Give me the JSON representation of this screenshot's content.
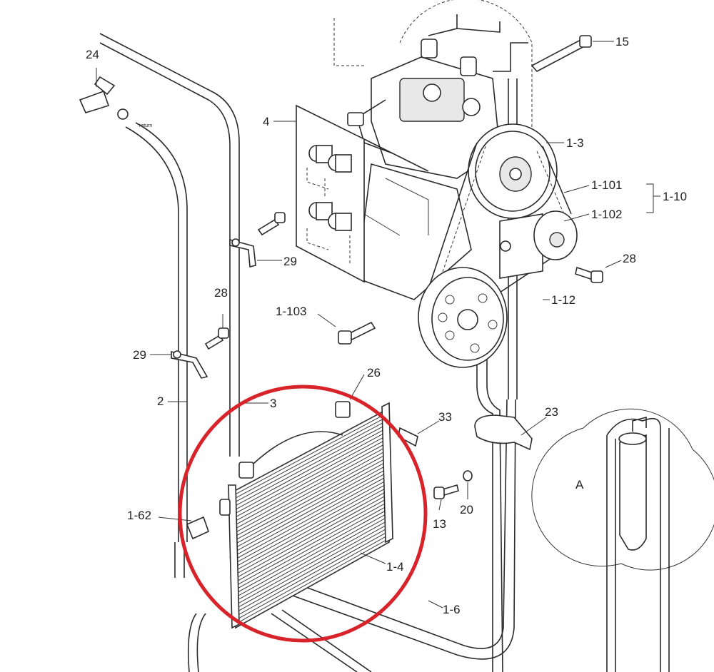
{
  "diagram": {
    "callouts": [
      {
        "key": "24",
        "text": "24"
      },
      {
        "key": "15",
        "text": "15"
      },
      {
        "key": "4",
        "text": "4"
      },
      {
        "key": "1-3",
        "text": "1-3"
      },
      {
        "key": "1-101",
        "text": "1-101"
      },
      {
        "key": "1-10",
        "text": "1-10"
      },
      {
        "key": "1-102",
        "text": "1-102"
      },
      {
        "key": "28a",
        "text": "28"
      },
      {
        "key": "29a",
        "text": "29"
      },
      {
        "key": "28b",
        "text": "28"
      },
      {
        "key": "1-103",
        "text": "1-103"
      },
      {
        "key": "1-12",
        "text": "1-12"
      },
      {
        "key": "29b",
        "text": "29"
      },
      {
        "key": "26",
        "text": "26"
      },
      {
        "key": "2",
        "text": "2"
      },
      {
        "key": "3",
        "text": "3"
      },
      {
        "key": "23",
        "text": "23"
      },
      {
        "key": "33",
        "text": "33"
      },
      {
        "key": "A",
        "text": "A"
      },
      {
        "key": "1-62",
        "text": "1-62"
      },
      {
        "key": "20",
        "text": "20"
      },
      {
        "key": "13",
        "text": "13"
      },
      {
        "key": "1-4",
        "text": "1-4"
      },
      {
        "key": "1-6",
        "text": "1-6"
      }
    ],
    "hose_tag": "return",
    "highlight_color": "#d8232a",
    "line_color": "#2a2a2a"
  }
}
